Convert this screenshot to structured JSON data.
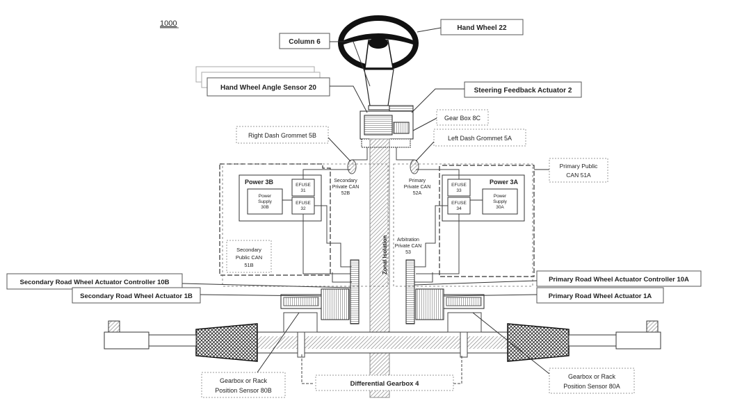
{
  "figure_number": "1000",
  "callouts": {
    "hand_wheel": "Hand Wheel 22",
    "column": "Column 6",
    "hw_angle_sensor": "Hand Wheel Angle Sensor 20",
    "sfa": "Steering Feedback Actuator 2",
    "gearbox_8c": "Gear Box 8C",
    "right_grommet": "Right Dash Grommet 5B",
    "left_grommet": "Left Dash Grommet 5A",
    "primary_public_can": [
      "Primary Public",
      "CAN  51A"
    ],
    "sec_rwa_controller": "Secondary Road Wheel Actuator Controller 10B",
    "sec_rwa": "Secondary Road Wheel Actuator 1B",
    "pri_rwa_controller": "Primary Road Wheel Actuator Controller 10A",
    "pri_rwa": "Primary Road Wheel Actuator 1A",
    "sec_position_sensor": [
      "Gearbox or Rack",
      "Position Sensor 80B"
    ],
    "pri_position_sensor": [
      "Gearbox or Rack",
      "Position Sensor 80A"
    ],
    "differential_gearbox": "Differential Gearbox 4"
  },
  "blocks": {
    "power_3b": "Power 3B",
    "power_3a": "Power 3A",
    "efuse_31": [
      "EFUSE",
      "31"
    ],
    "efuse_32": [
      "EFUSE",
      "32"
    ],
    "efuse_33": [
      "EFUSE",
      "33"
    ],
    "efuse_34": [
      "EFUSE",
      "34"
    ],
    "supply_30b": [
      "Power",
      "Supply",
      "30B"
    ],
    "supply_30a": [
      "Power",
      "Supply",
      "30A"
    ],
    "sec_private_can": [
      "Secondary",
      "Private CAN",
      "52B"
    ],
    "pri_private_can": [
      "Primary",
      "Private CAN",
      "52A"
    ],
    "sec_public_can": [
      "Secondary",
      "Public CAN",
      "51B"
    ],
    "arb_private_can": [
      "Arbitration",
      "Private CAN",
      "53"
    ],
    "zonal_isolation": "Zonal Isolation"
  }
}
